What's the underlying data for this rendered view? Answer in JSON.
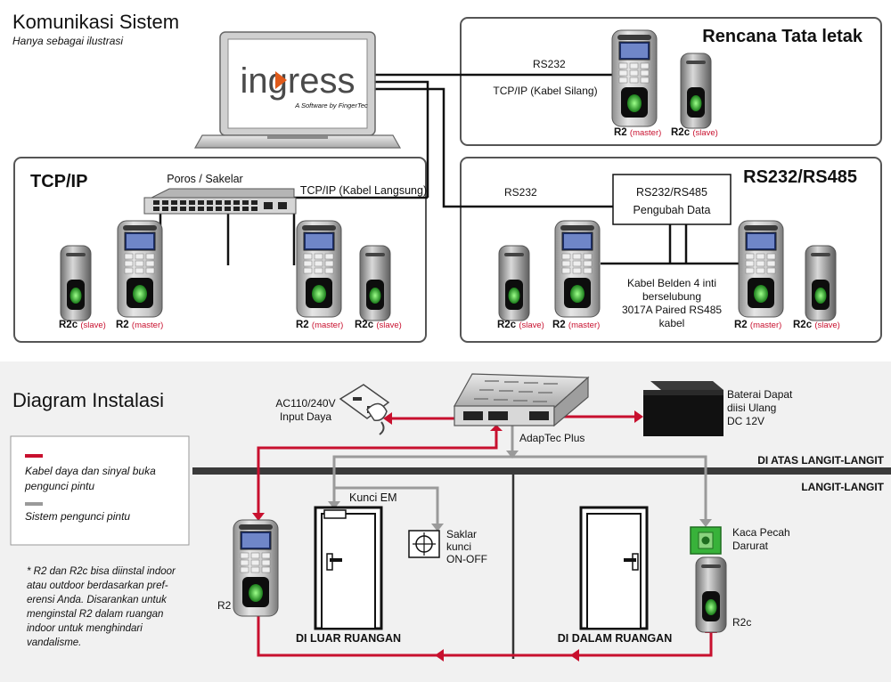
{
  "communication": {
    "title": "Komunikasi Sistem",
    "subtitle": "Hanya sebagai ilustrasi",
    "software": {
      "logo": "ingress",
      "tagline": "A Software by FingerTec"
    },
    "tcpip": {
      "title": "TCP/IP",
      "hub_label": "Poros / Sakelar",
      "cable_label": "TCP/IP (Kabel Langsung)",
      "devices": [
        {
          "model": "R2c",
          "role": "(slave)"
        },
        {
          "model": "R2",
          "role": "(master)"
        },
        {
          "model": "R2",
          "role": "(master)"
        },
        {
          "model": "R2c",
          "role": "(slave)"
        }
      ]
    },
    "layout": {
      "title": "Rencana Tata letak",
      "rs232_label": "RS232",
      "cable_label": "TCP/IP (Kabel Silang)",
      "devices": [
        {
          "model": "R2",
          "role": "(master)"
        },
        {
          "model": "R2c",
          "role": "(slave)"
        }
      ]
    },
    "rs": {
      "title": "RS232/RS485",
      "rs232_label": "RS232",
      "converter": [
        "RS232/RS485",
        "Pengubah Data"
      ],
      "cable_note": [
        "Kabel Belden 4 inti",
        "berselubung",
        "3017A Paired RS485",
        "kabel"
      ],
      "devices": [
        {
          "model": "R2c",
          "role": "(slave)"
        },
        {
          "model": "R2",
          "role": "(master)"
        },
        {
          "model": "R2",
          "role": "(master)"
        },
        {
          "model": "R2c",
          "role": "(slave)"
        }
      ]
    }
  },
  "installation": {
    "title": "Diagram Instalasi",
    "legend": {
      "red_label": [
        "Kabel daya dan sinyal buka",
        "pengunci pintu"
      ],
      "gray_label": "Sistem pengunci pintu"
    },
    "note": [
      "* R2 dan R2c bisa diinstal indoor",
      "atau outdoor berdasarkan pref-",
      "erensi Anda. Disarankan untuk",
      "menginstal R2 dalam ruangan",
      "indoor untuk menghindari",
      "vandalisme."
    ],
    "power_input": [
      "AC110/240V",
      "Input Daya"
    ],
    "adaptec": "AdapTec Plus",
    "battery": [
      "Baterai Dapat",
      "diisi Ulang",
      "DC 12V"
    ],
    "above_ceiling": "DI ATAS LANGIT-LANGIT",
    "ceiling": "LANGIT-LANGIT",
    "em_lock": "Kunci EM",
    "switch": [
      "Saklar",
      "kunci",
      "ON-OFF"
    ],
    "glass": [
      "Kaca Pecah",
      "Darurat"
    ],
    "outside": "DI LUAR RUANGAN",
    "inside": "DI DALAM RUANGAN",
    "r2_label": "R2",
    "r2c_label": "R2c"
  },
  "colors": {
    "red": "#c8102e",
    "gray": "#9a9a9a",
    "green": "#38b23a",
    "frame": "#555555"
  }
}
